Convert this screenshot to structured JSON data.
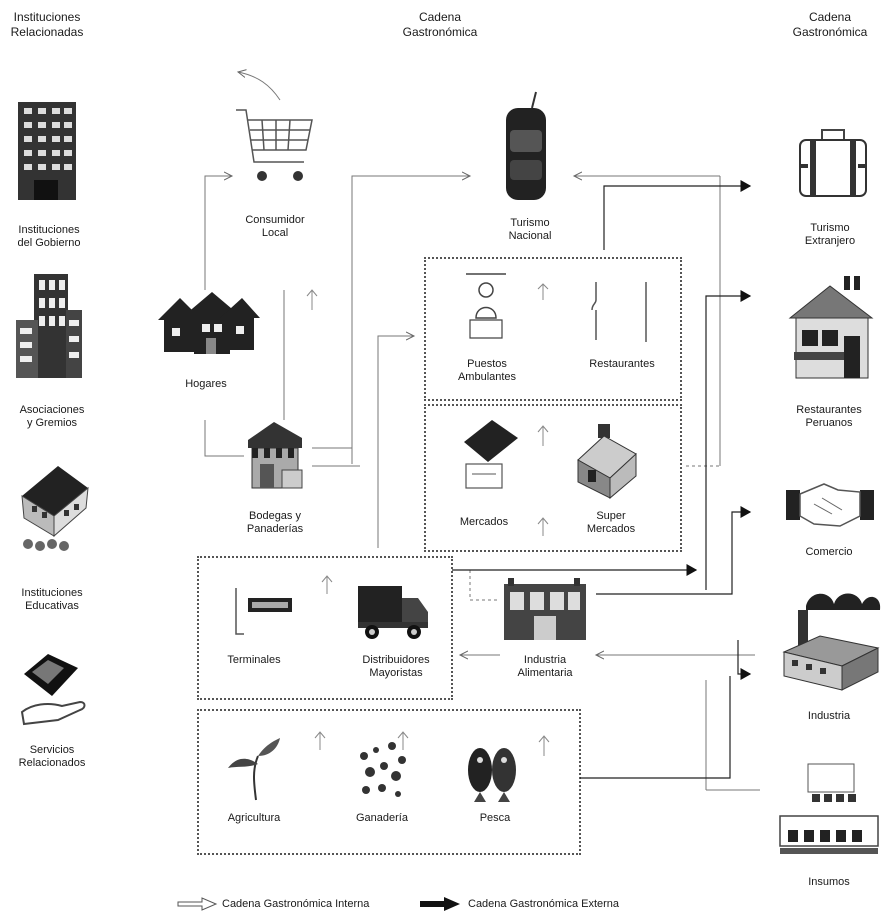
{
  "headers": {
    "left": "Instituciones\nRelacionadas",
    "center": "Cadena\nGastronómica",
    "right": "Cadena\nGastronómica"
  },
  "left_column": [
    {
      "label": "Instituciones\ndel Gobierno",
      "icon": "government-building-icon"
    },
    {
      "label": "Asociaciones\ny Gremios",
      "icon": "office-building-icon"
    },
    {
      "label": "Instituciones\nEducativas",
      "icon": "school-icon"
    },
    {
      "label": "Servicios\nRelacionados",
      "icon": "hand-house-icon"
    }
  ],
  "center_nodes": {
    "consumidor": "Consumidor\nLocal",
    "turismo_nacional": "Turismo\nNacional",
    "hogares": "Hogares",
    "puestos": "Puestos\nAmbulantes",
    "restaurantes": "Restaurantes",
    "bodegas": "Bodegas y\nPanaderías",
    "mercados": "Mercados",
    "super": "Super\nMercados",
    "terminales": "Terminales",
    "distribuidores": "Distribuidores\nMayoristas",
    "industria_alimentaria": "Industria\nAlimentaria",
    "agricultura": "Agricultura",
    "ganaderia": "Ganadería",
    "pesca": "Pesca"
  },
  "right_column": [
    {
      "label": "Turismo\nExtranjero",
      "icon": "suitcase-icon"
    },
    {
      "label": "Restaurantes\nPeruanos",
      "icon": "restaurant-house-icon"
    },
    {
      "label": "Comercio",
      "icon": "handshake-icon"
    },
    {
      "label": "Industria",
      "icon": "factory-icon"
    },
    {
      "label": "Insumos",
      "icon": "packages-icon"
    }
  ],
  "legend": {
    "internal": "Cadena Gastronómica Interna",
    "external": "Cadena Gastronómica Externa"
  }
}
